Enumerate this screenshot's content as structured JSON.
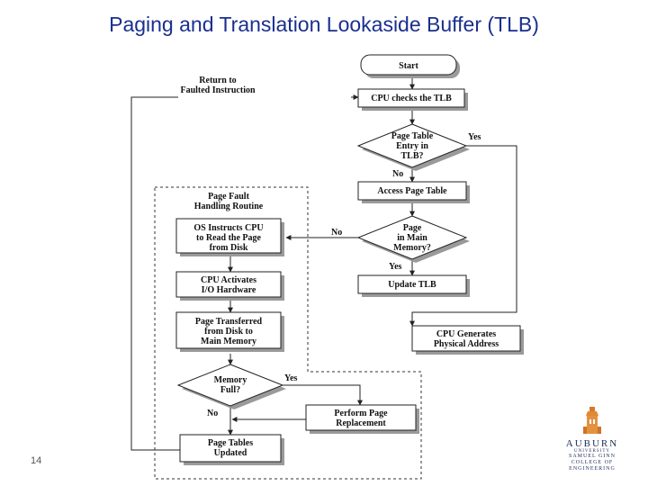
{
  "title": "Paging and Translation Lookaside Buffer (TLB)",
  "page_number": "14",
  "diagram": {
    "start": "Start",
    "cpu_checks_tlb": "CPU checks the TLB",
    "page_table_entry_in_tlb": [
      "Page Table",
      "Entry in",
      "TLB?"
    ],
    "access_page_table": "Access Page Table",
    "page_in_main_memory": [
      "Page",
      "in Main",
      "Memory?"
    ],
    "update_tlb": "Update TLB",
    "cpu_generates_address": [
      "CPU Generates",
      "Physical Address"
    ],
    "return_to_faulted": [
      "Return to",
      "Faulted Instruction"
    ],
    "page_fault_routine": [
      "Page Fault",
      "Handling Routine"
    ],
    "os_instructs_cpu": [
      "OS Instructs CPU",
      "to Read the Page",
      "from Disk"
    ],
    "cpu_activates_io": [
      "CPU Activates",
      "I/O Hardware"
    ],
    "page_transferred": [
      "Page Transferred",
      "from Disk to",
      "Main Memory"
    ],
    "memory_full": [
      "Memory",
      "Full?"
    ],
    "perform_replacement": [
      "Perform Page",
      "Replacement"
    ],
    "page_tables_updated": [
      "Page Tables",
      "Updated"
    ],
    "edge_yes": "Yes",
    "edge_no": "No"
  },
  "logo": {
    "name": "AUBURN",
    "subtitle": "UNIVERSITY",
    "college_line1": "SAMUEL GINN",
    "college_line2": "COLLEGE OF ENGINEERING"
  },
  "colors": {
    "title": "#1a2f8f",
    "box_fill": "#ffffff",
    "box_shadow": "#9a9a9a",
    "line": "#222222"
  }
}
